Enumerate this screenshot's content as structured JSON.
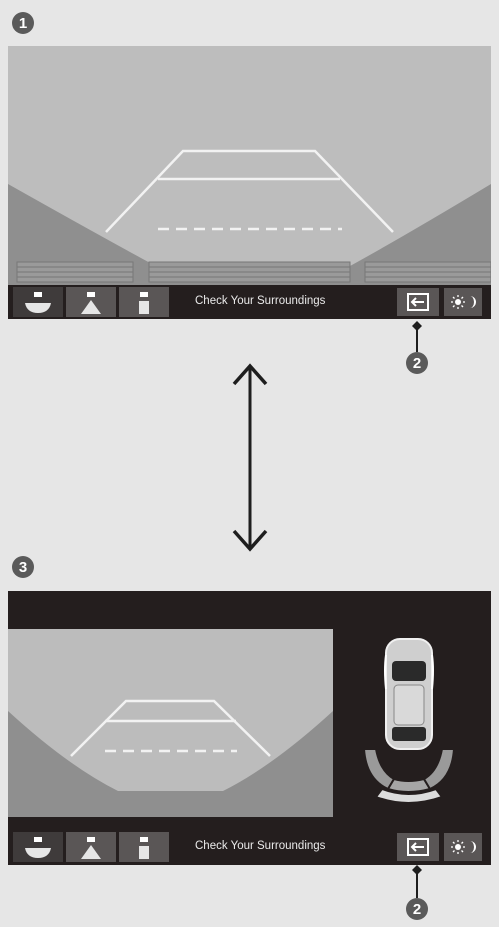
{
  "callouts": {
    "one": "1",
    "two": "2",
    "three": "3"
  },
  "top_view": {
    "status_text": "Check Your Surroundings"
  },
  "bottom_view": {
    "status_text": "Check Your Surroundings"
  },
  "icons": {
    "top_down_view": "top-down-camera-icon",
    "normal_view": "normal-view-icon",
    "wide_view": "wide-view-icon",
    "exit": "exit-arrow-icon",
    "brightness": "day-night-icon"
  },
  "colors": {
    "bar": "#241e1e",
    "button": "#5a5656",
    "camera_bg": "#b8b8b8",
    "guide_lines": "#f2f2f2"
  }
}
